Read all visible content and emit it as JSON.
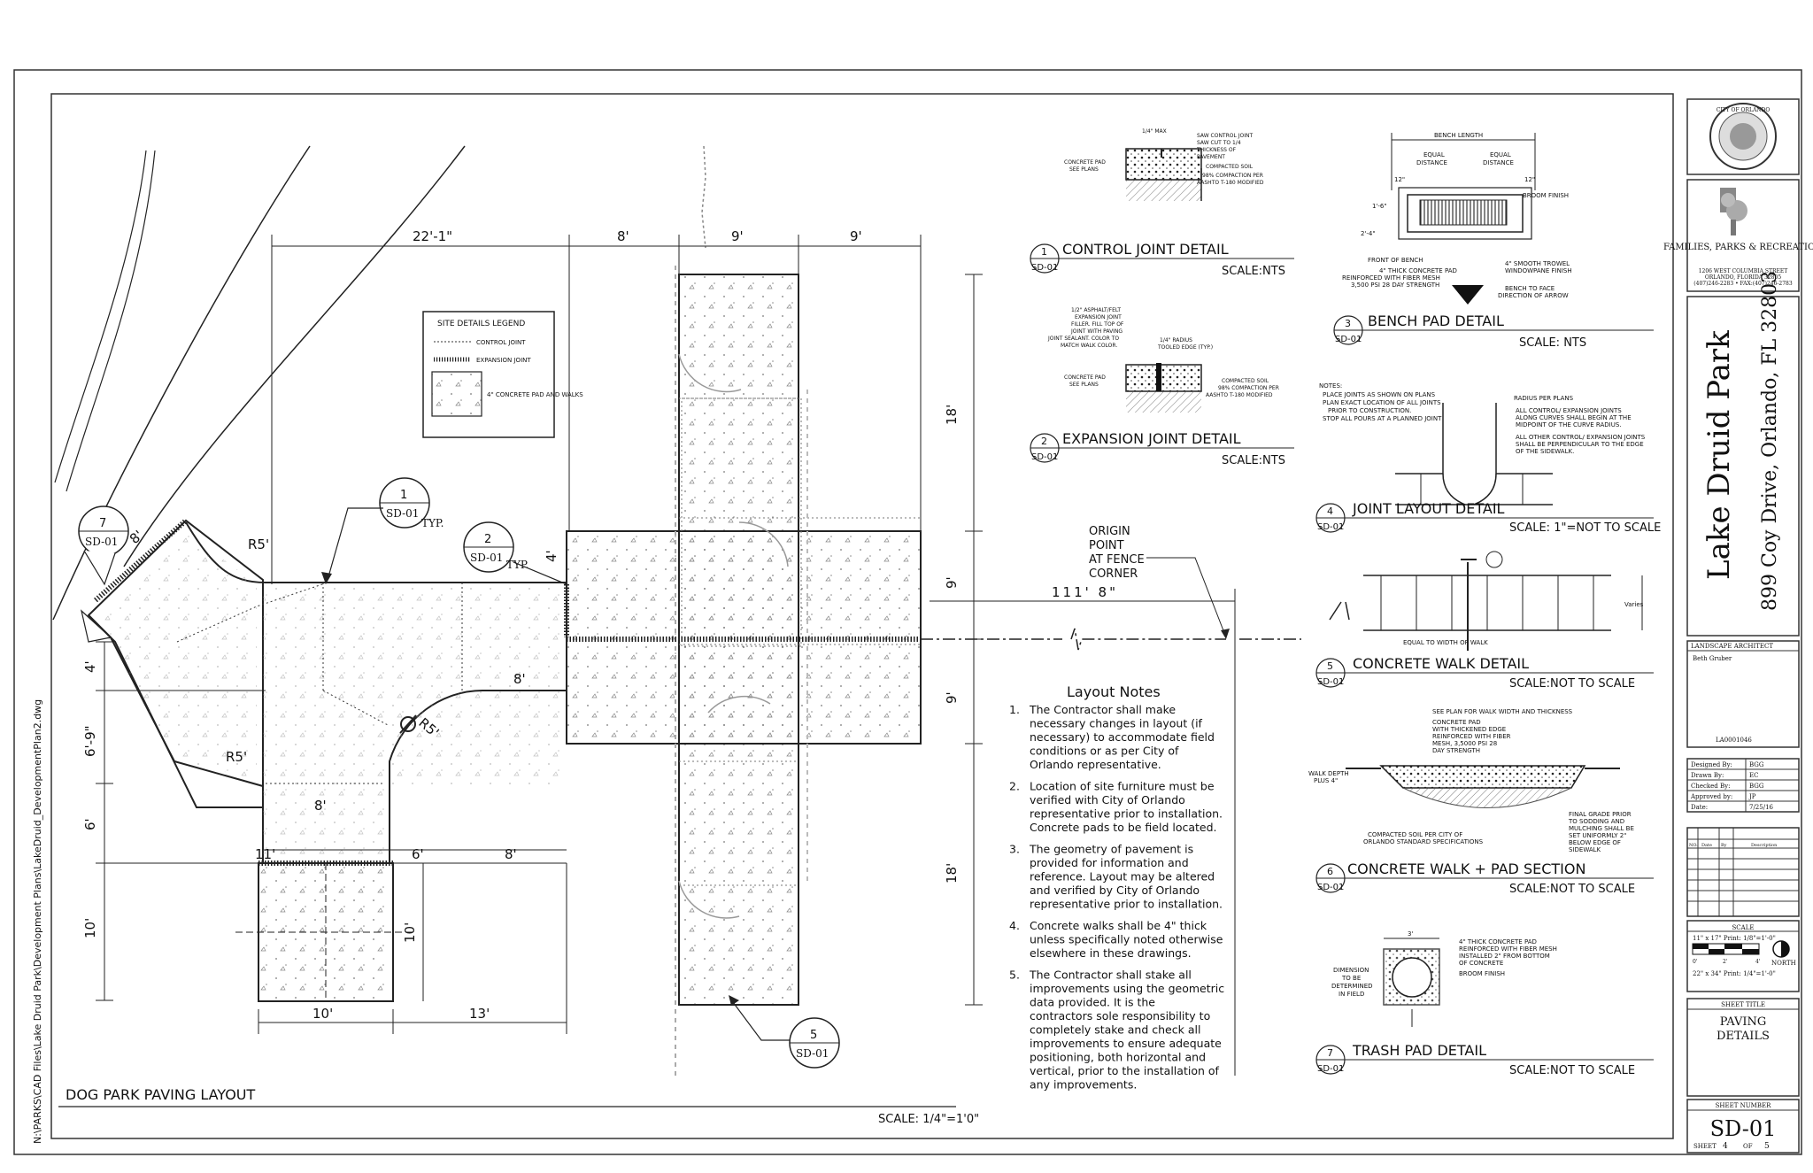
{
  "file_path": "N:\\PARKS\\CAD Files\\Lake Druid Park\\Development Plans\\LakeDruid_DevelopmentPlan2.dwg",
  "plan": {
    "title": "DOG PARK PAVING LAYOUT",
    "scale": "SCALE: 1/4\"=1'0\"",
    "dims": {
      "d_22_1": "22'-1\"",
      "d_8a": "8'",
      "d_9a": "9'",
      "d_9b": "9'",
      "d_18a": "18'",
      "d_9c": "9'",
      "d_9d": "9'",
      "d_18b": "18'",
      "d_8b": "8'",
      "d_4a": "4'",
      "d_6_9": "6'-9\"",
      "d_6a": "6'",
      "d_10a": "10'",
      "d_10b": "10'",
      "d_13": "13'",
      "d_6b": "6'",
      "d_8c": "8'",
      "d_8d": "8'",
      "d_11": "11'",
      "d_10c": "10'",
      "d_4b": "4'",
      "d_8e": "8'",
      "d_111_8": "111' 8\"",
      "r5a": "R5'",
      "r5b": "R5'",
      "r5c": "R5'"
    },
    "origin_note": [
      "ORIGIN",
      "POINT",
      "AT FENCE",
      "CORNER"
    ],
    "callouts": {
      "c1_num": "1",
      "c1_ref": "SD-01",
      "c1_typ": "TYP.",
      "c2_num": "2",
      "c2_ref": "SD-01",
      "c2_typ": "TYP.",
      "c5_num": "5",
      "c5_ref": "SD-01",
      "c7_num": "7",
      "c7_ref": "SD-01"
    },
    "legend": {
      "title": "SITE DETAILS LEGEND",
      "items": [
        "CONTROL JOINT",
        "EXPANSION JOINT",
        "4\" CONCRETE PAD AND WALKS"
      ]
    }
  },
  "notes": {
    "title": "Layout Notes",
    "items": [
      {
        "num": "1.",
        "lines": [
          "The Contractor shall make",
          "necessary changes in layout (if",
          "necessary) to accommodate field",
          "conditions or as per City of",
          "Orlando representative."
        ]
      },
      {
        "num": "2.",
        "lines": [
          "Location of site furniture must be",
          "verified with City of Orlando",
          "representative prior to installation.",
          "Concrete pads to be field located."
        ]
      },
      {
        "num": "3.",
        "lines": [
          "The geometry of pavement is",
          "provided for information and",
          "reference. Layout may be altered",
          "and verified by City of Orlando",
          "representative prior to installation."
        ]
      },
      {
        "num": "4.",
        "lines": [
          "Concrete walks shall be 4\" thick",
          "unless specifically noted otherwise",
          "elsewhere in these drawings."
        ]
      },
      {
        "num": "5.",
        "lines": [
          "The Contractor shall stake all",
          "improvements using the geometric",
          "data provided.  It is the",
          "contractors sole responsibility to",
          "completely stake and check all",
          "improvements to ensure adequate",
          "positioning, both horizontal and",
          "vertical, prior to the installation of",
          "any improvements."
        ]
      }
    ]
  },
  "details": {
    "d1": {
      "num": "1",
      "ref": "SD-01",
      "title": "CONTROL JOINT DETAIL",
      "scale": "SCALE:NTS",
      "labels": [
        "1/4\" MAX",
        "SAW CONTROL JOINT",
        "SAW CUT TO 1/4",
        "THICKNESS OF",
        "PAVEMENT",
        "CONCRETE PAD",
        "SEE PLANS",
        "COMPACTED SOIL",
        "98% COMPACTION PER",
        "AASHTO T-180 MODIFIED"
      ]
    },
    "d2": {
      "num": "2",
      "ref": "SD-01",
      "title": "EXPANSION JOINT DETAIL",
      "scale": "SCALE:NTS",
      "labels": [
        "1/2\" ASPHALT/FELT",
        "EXPANSION JOINT",
        "FILLER. FILL TOP OF",
        "JOINT WITH PAVING",
        "JOINT SEALANT. COLOR TO",
        "MATCH WALK COLOR.",
        "1/4\" RADIUS",
        "TOOLED EDGE (TYP.)",
        "CONCRETE PAD",
        "SEE PLANS",
        "COMPACTED SOIL",
        "98% COMPACTION PER",
        "AASHTO T-180 MODIFIED"
      ]
    },
    "d3": {
      "num": "3",
      "ref": "SD-01",
      "title": "BENCH PAD DETAIL",
      "scale": "SCALE: NTS",
      "labels": [
        "BENCH LENGTH",
        "EQUAL",
        "DISTANCE",
        "EQUAL",
        "DISTANCE",
        "12\"",
        "12\"",
        "1'-6\"",
        "2'-4\"",
        "BROOM FINISH",
        "FRONT OF BENCH",
        "4\" SMOOTH TROWEL",
        "WINDOWPANE FINISH",
        "4\" THICK CONCRETE PAD",
        "REINFORCED WITH FIBER MESH",
        "3,500 PSI 28 DAY STRENGTH",
        "BENCH TO FACE",
        "DIRECTION OF ARROW"
      ]
    },
    "d4": {
      "num": "4",
      "ref": "SD-01",
      "title": "JOINT LAYOUT DETAIL",
      "scale": "SCALE: 1\"=NOT TO SCALE",
      "notes_title": "NOTES:",
      "notes": [
        "PLACE JOINTS AS SHOWN ON PLANS",
        "PLAN EXACT LOCATION OF ALL JOINTS",
        "PRIOR TO CONSTRUCTION.",
        "STOP ALL POURS AT A PLANNED JOINT"
      ],
      "labels": [
        "RADIUS PER PLANS",
        "ALL CONTROL/ EXPANSION JOINTS",
        "ALONG CURVES SHALL BEGIN AT THE",
        "MIDPOINT OF THE CURVE RADIUS.",
        "ALL OTHER CONTROL/ EXPANSION JOINTS",
        "SHALL BE PERPENDICULAR TO THE EDGE",
        "OF THE SIDEWALK."
      ]
    },
    "d5": {
      "num": "5",
      "ref": "SD-01",
      "title": "CONCRETE WALK DETAIL",
      "scale": "SCALE:NOT TO SCALE",
      "labels": [
        "EQUAL TO WIDTH OF WALK",
        "Varies"
      ]
    },
    "d6": {
      "num": "6",
      "ref": "SD-01",
      "title": "CONCRETE WALK + PAD SECTION",
      "scale": "SCALE:NOT TO SCALE",
      "labels": [
        "SEE PLAN FOR WALK WIDTH AND THICKNESS",
        "CONCRETE PAD",
        "WITH THICKENED EDGE",
        "REINFORCED WITH FIBER",
        "MESH, 3,5000 PSI 28",
        "DAY STRENGTH",
        "WALK DEPTH",
        "PLUS 4\"",
        "COMPACTED SOIL PER CITY OF",
        "ORLANDO STANDARD SPECIFICATIONS",
        "FINAL GRADE PRIOR",
        "TO SODDING AND",
        "MULCHING SHALL BE",
        "SET UNIFORMLY 2\"",
        "BELOW EDGE OF",
        "SIDEWALK"
      ]
    },
    "d7": {
      "num": "7",
      "ref": "SD-01",
      "title": "TRASH PAD DETAIL",
      "scale": "SCALE:NOT TO SCALE",
      "labels": [
        "3'",
        "4\" THICK CONCRETE PAD",
        "REINFORCED WITH FIBER MESH",
        "INSTALLED 2\" FROM BOTTOM",
        "OF CONCRETE",
        "BROOM FINISH",
        "DIMENSION",
        "TO BE",
        "DETERMINED",
        "IN FIELD"
      ]
    }
  },
  "title_block": {
    "seal_text": "CITY OF ORLANDO",
    "dept_name": "FAMILIES, PARKS & RECREATION",
    "dept_address": [
      "1206 WEST COLUMBIA STREET",
      "ORLANDO, FLORIDA 32805",
      "(407)246-2283 • FAX:(407)246-2783"
    ],
    "project": "Lake Druid Park",
    "address": "899 Coy Drive, Orlando, FL 32803",
    "la_label": "LANDSCAPE ARCHITECT",
    "la_name": "Beth Gruber",
    "la_number": "LA0001046",
    "sign_rows": [
      {
        "k": "Designed By:",
        "v": "BGG"
      },
      {
        "k": "Drawn By:",
        "v": "EC"
      },
      {
        "k": "Checked By:",
        "v": "BGG"
      },
      {
        "k": "Approved by:",
        "v": "JP"
      },
      {
        "k": "Date:",
        "v": "7/25/16"
      }
    ],
    "revision_headers": [
      "NO.",
      "Date",
      "By",
      "Description"
    ],
    "scale_label": "SCALE",
    "scale_line1": "11\" x 17\" Print: 1/8\"=1'-0\"",
    "scale_line2": "22\" x 34\" Print: 1/4\"=1'-0\"",
    "scale_ticks": [
      "0'",
      "2'",
      "4'"
    ],
    "north": "NORTH",
    "sheet_title_label": "SHEET TITLE",
    "sheet_title": [
      "PAVING",
      "DETAILS"
    ],
    "sheet_number_label": "SHEET NUMBER",
    "sheet_number": "SD-01",
    "sheet_of_prefix": "SHEET",
    "sheet_no": "4",
    "sheet_of": "OF",
    "sheet_total": "5"
  }
}
